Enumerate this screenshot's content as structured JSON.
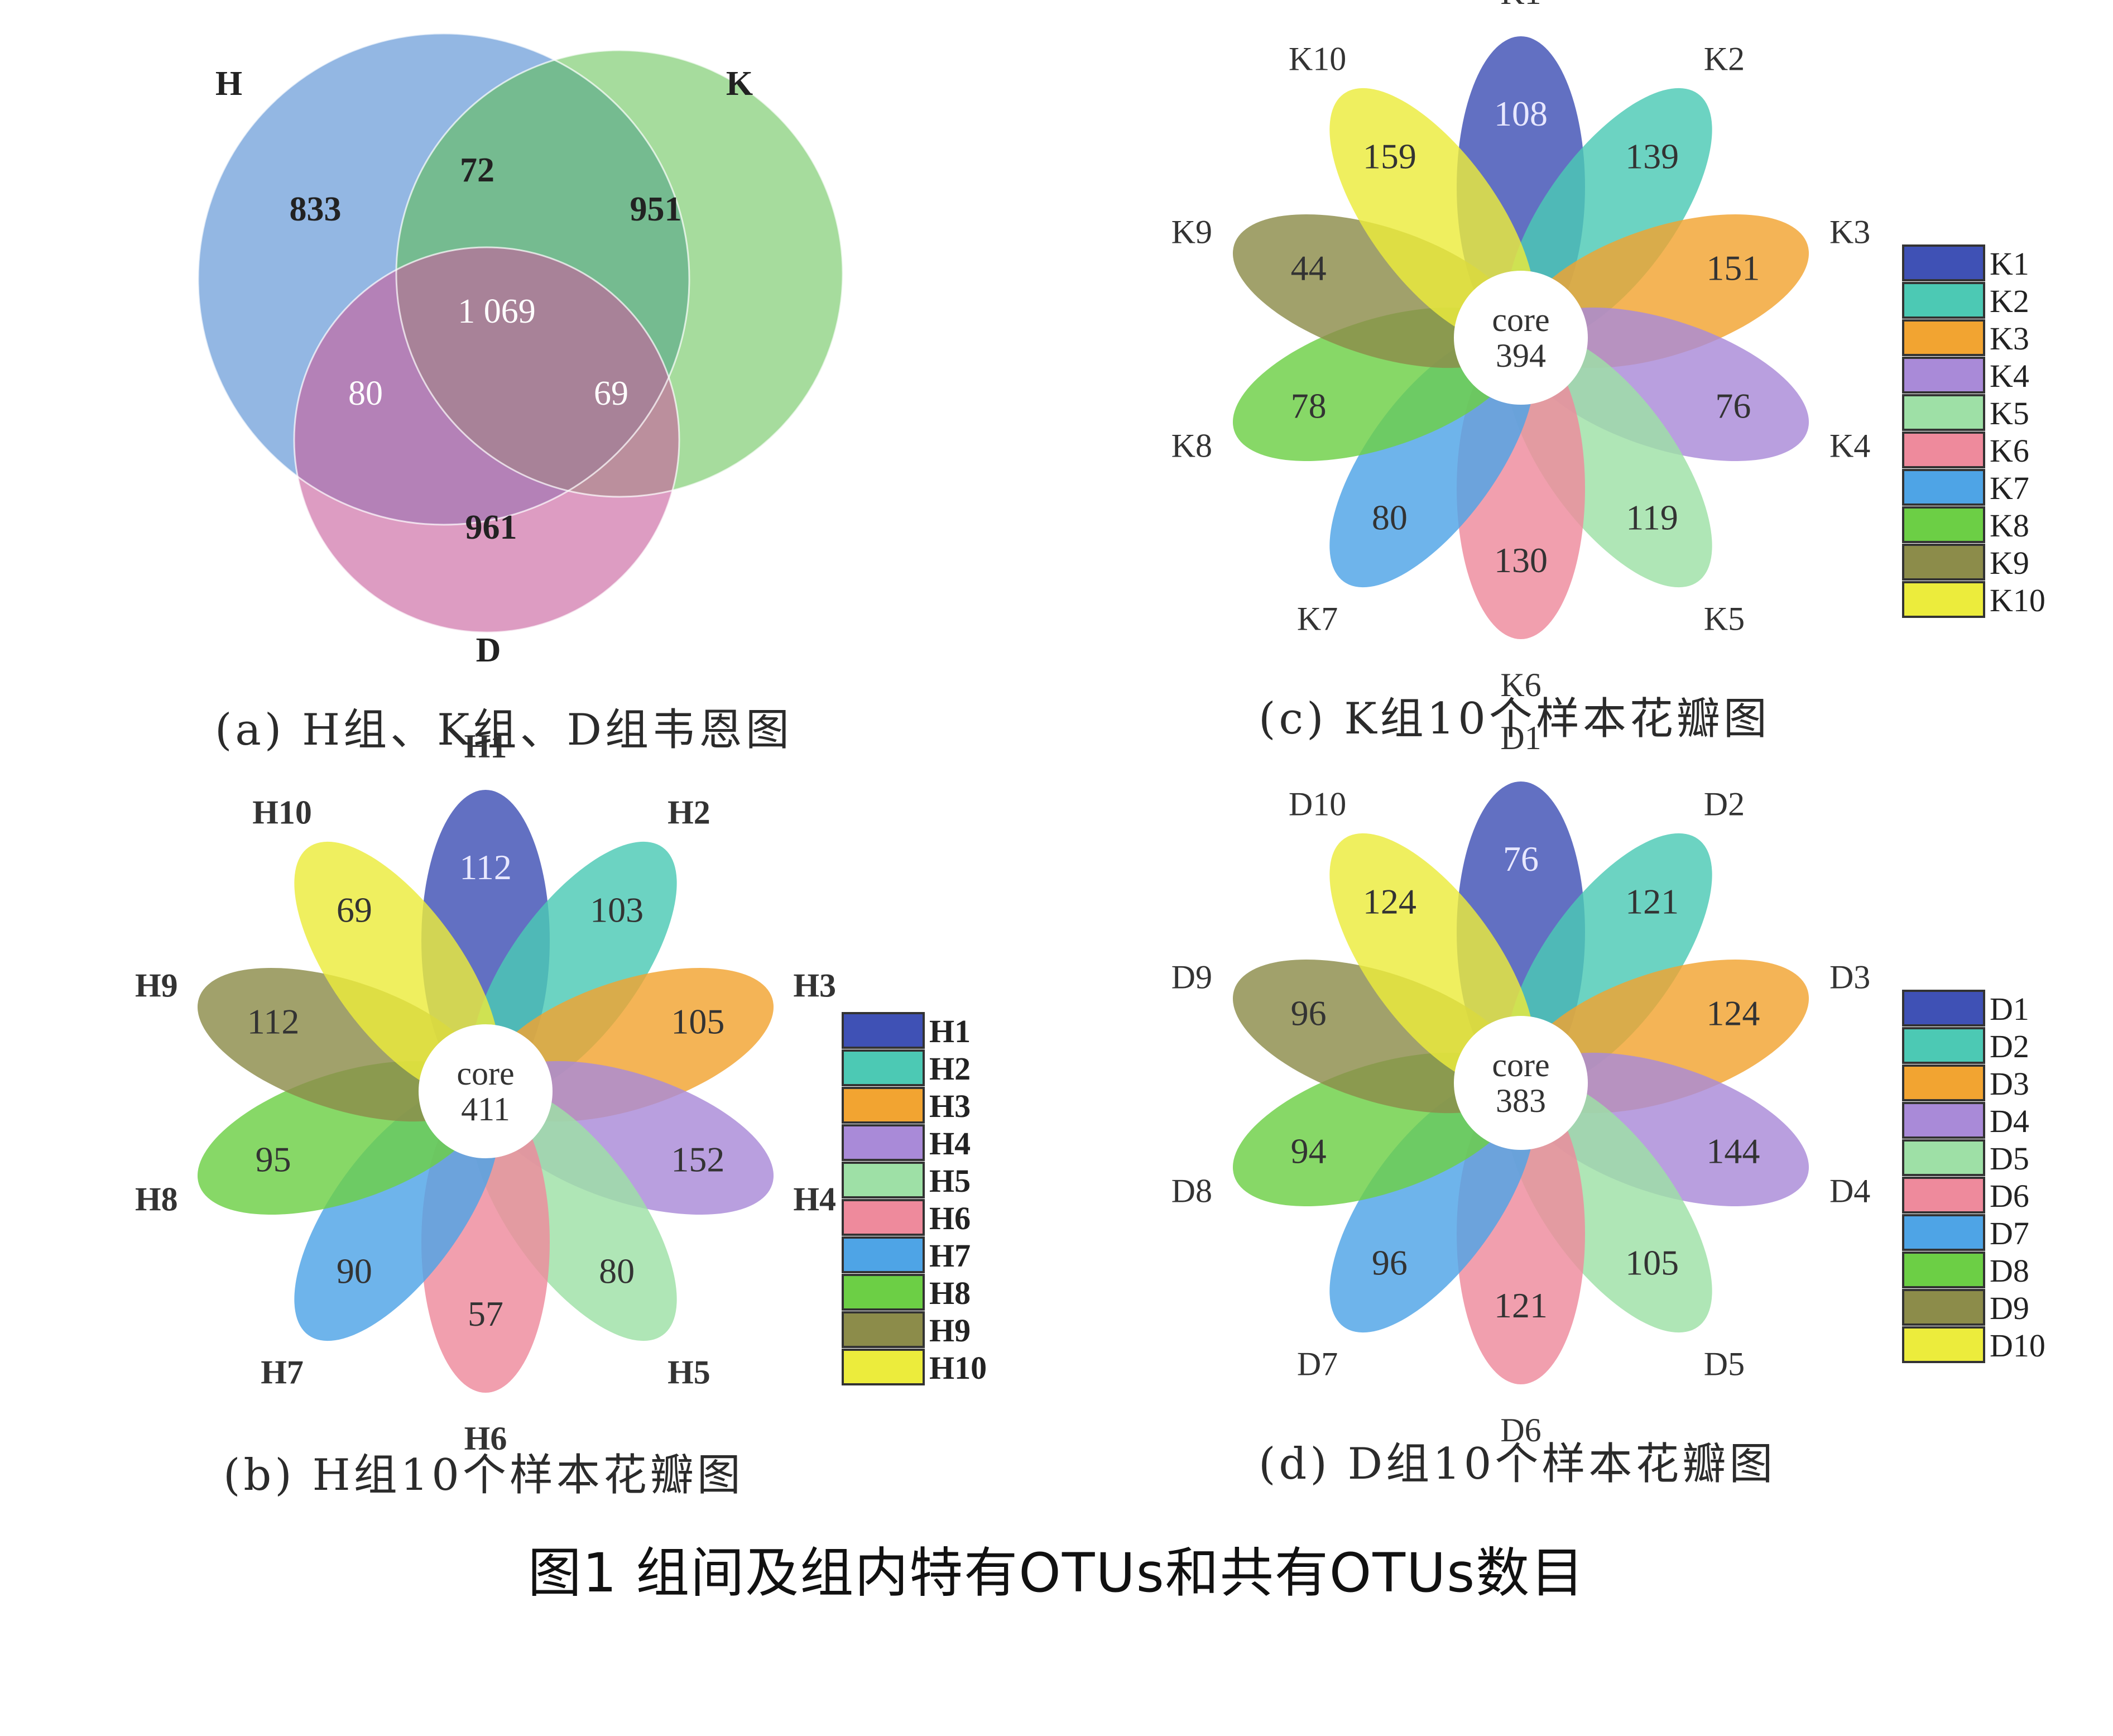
{
  "figure_title": "图1 组间及组内特有OTUs和共有OTUs数目",
  "panels": {
    "a": {
      "caption": "(a) H组、K组、D组韦恩图",
      "labels": {
        "h": "H",
        "k": "K",
        "d": "D"
      },
      "values": {
        "h_only": "833",
        "k_only": "951",
        "d_only": "961",
        "hk": "72",
        "hd": "80",
        "kd": "69",
        "hkd": "1 069"
      },
      "colors": {
        "h": "#8db3e2",
        "k": "#5dbf4c",
        "d": "#c8609c"
      }
    },
    "b": {
      "caption": "(b) H组10个样本花瓣图",
      "core_label": "core",
      "core_value": "411",
      "petals": [
        {
          "label": "H1",
          "value": "112"
        },
        {
          "label": "H2",
          "value": "103"
        },
        {
          "label": "H3",
          "value": "105"
        },
        {
          "label": "H4",
          "value": "152"
        },
        {
          "label": "H5",
          "value": "80"
        },
        {
          "label": "H6",
          "value": "57"
        },
        {
          "label": "H7",
          "value": "90"
        },
        {
          "label": "H8",
          "value": "95"
        },
        {
          "label": "H9",
          "value": "112"
        },
        {
          "label": "H10",
          "value": "69"
        }
      ]
    },
    "c": {
      "caption": "(c) K组10个样本花瓣图",
      "core_label": "core",
      "core_value": "394",
      "petals": [
        {
          "label": "K1",
          "value": "108"
        },
        {
          "label": "K2",
          "value": "139"
        },
        {
          "label": "K3",
          "value": "151"
        },
        {
          "label": "K4",
          "value": "76"
        },
        {
          "label": "K5",
          "value": "119"
        },
        {
          "label": "K6",
          "value": "130"
        },
        {
          "label": "K7",
          "value": "80"
        },
        {
          "label": "K8",
          "value": "78"
        },
        {
          "label": "K9",
          "value": "44"
        },
        {
          "label": "K10",
          "value": "159"
        }
      ]
    },
    "d": {
      "caption": "(d) D组10个样本花瓣图",
      "core_label": "core",
      "core_value": "383",
      "petals": [
        {
          "label": "D1",
          "value": "76"
        },
        {
          "label": "D2",
          "value": "121"
        },
        {
          "label": "D3",
          "value": "124"
        },
        {
          "label": "D4",
          "value": "144"
        },
        {
          "label": "D5",
          "value": "105"
        },
        {
          "label": "D6",
          "value": "121"
        },
        {
          "label": "D7",
          "value": "96"
        },
        {
          "label": "D8",
          "value": "94"
        },
        {
          "label": "D9",
          "value": "96"
        },
        {
          "label": "D10",
          "value": "124"
        }
      ]
    }
  },
  "petal_colors": [
    "#3f51b5",
    "#4cc9b4",
    "#f2a431",
    "#a98ad8",
    "#9ee0a6",
    "#ee8a9c",
    "#4ea4e6",
    "#6ccf45",
    "#8c8c4a",
    "#ecec3c"
  ]
}
